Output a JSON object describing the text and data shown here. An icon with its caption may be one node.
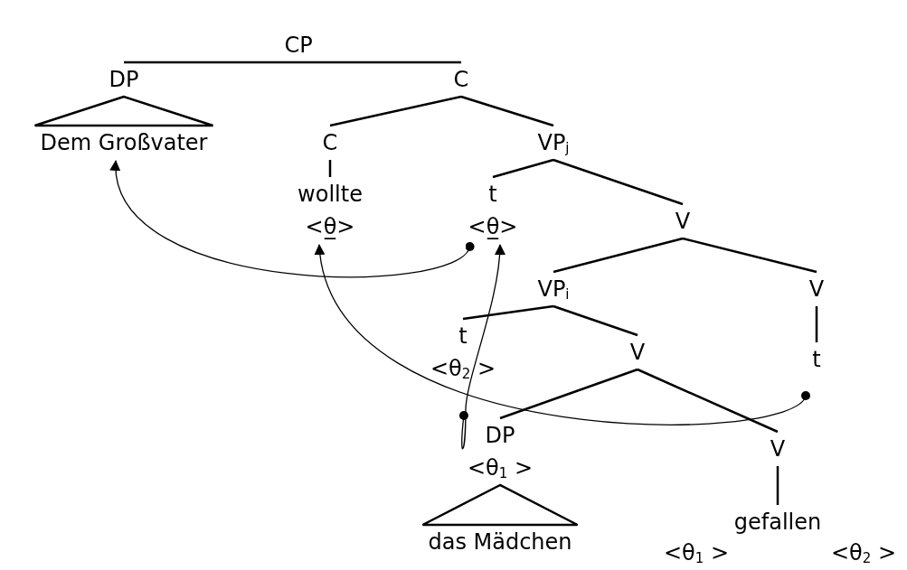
{
  "diagram": {
    "nodes": [
      {
        "text": [
          "CP"
        ]
      },
      {
        "text": [
          "DP"
        ]
      },
      {
        "text": [
          "C"
        ]
      },
      {
        "text": [
          "Dem Großvater"
        ]
      },
      {
        "text": [
          "C"
        ]
      },
      {
        "text": [
          "VP$_{j}$"
        ]
      },
      {
        "text": [
          "wollte",
          "<θ̲>"
        ]
      },
      {
        "text": [
          "t",
          "<θ̲>"
        ]
      },
      {
        "text": [
          "V"
        ]
      },
      {
        "text": [
          "VP$_{i}$"
        ]
      },
      {
        "text": [
          "V"
        ]
      },
      {
        "text": [
          "t",
          "<θ$_{2}$ >"
        ]
      },
      {
        "text": [
          "V"
        ]
      },
      {
        "text": [
          "t"
        ]
      },
      {
        "text": [
          "DP",
          "<θ$_{1}$ >"
        ]
      },
      {
        "text": [
          "V"
        ]
      },
      {
        "text": [
          "das Mädchen"
        ]
      },
      {
        "text": [
          "gefallen"
        ]
      }
    ],
    "edges": [
      {
        "from": 0,
        "to": 1,
        "arrow": "none"
      },
      {
        "from": 0,
        "to": 2,
        "arrow": "none"
      },
      {
        "from": 1,
        "to": 3,
        "arrow": "none"
      },
      {
        "from": 2,
        "to": 4,
        "arrow": "none"
      },
      {
        "from": 2,
        "to": 5,
        "arrow": "none"
      },
      {
        "from": 4,
        "to": 6,
        "arrow": "none"
      },
      {
        "from": 5,
        "to": 7,
        "arrow": "none"
      },
      {
        "from": 5,
        "to": 8,
        "arrow": "none"
      },
      {
        "from": 8,
        "to": 9,
        "arrow": "none"
      },
      {
        "from": 8,
        "to": 10,
        "arrow": "none"
      },
      {
        "from": 9,
        "to": 11,
        "arrow": "none"
      },
      {
        "from": 9,
        "to": 12,
        "arrow": "none"
      },
      {
        "from": 10,
        "to": 13,
        "arrow": "none"
      },
      {
        "from": 12,
        "to": 14,
        "arrow": "none"
      },
      {
        "from": 12,
        "to": 15,
        "arrow": "none"
      },
      {
        "from": 14,
        "to": 16,
        "arrow": "none"
      },
      {
        "from": 15,
        "to": 17,
        "arrow": "none"
      },
      {
        "from": 7,
        "to": 3,
        "arrow": "to"
      },
      {
        "from": 14,
        "to": 7,
        "arrow": "to"
      },
      {
        "from": 13,
        "to": 6,
        "arrow": "to"
      }
    ],
    "labels": [
      "<θ$_{1}$ >",
      "<θ$_{2}$ >"
    ]
  }
}
